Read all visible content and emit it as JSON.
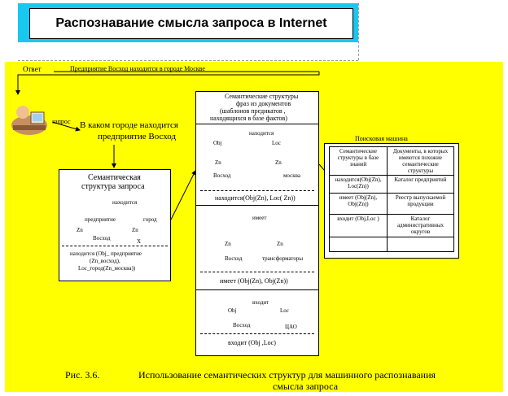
{
  "title": "Распознавание смысла запроса в Internet",
  "answer": {
    "label": "Ответ",
    "text": "Предприятие Восход находится в городе Москве"
  },
  "query": {
    "label": "запрос",
    "text_line1": "В каком городе находится",
    "text_line2": "предприятие Восход"
  },
  "query_structure": {
    "heading_line1": "Семантическая",
    "heading_line2": "структура запроса",
    "predicate": "находится",
    "left_node": "предприятие",
    "right_node": "город",
    "left_var": "Zn",
    "right_var": "Zn",
    "left_leaf": "Восход",
    "right_leaf": "X",
    "formula_line1": "находится (Obj_ предприятие",
    "formula_line2": "(Zn_восход),",
    "formula_line3": "Loc_город(Zn_москва))"
  },
  "doc_structures": {
    "heading_line1": "Семантические структуры",
    "heading_line2": "фраз из документов",
    "heading_line3": "(шаблонов предикатов ,",
    "heading_line4": "находящихся в базе фактов)",
    "frames": [
      {
        "predicate": "находится",
        "left_role": "Obj",
        "right_role": "Loc",
        "left_var": "Zn",
        "right_var": "Zn",
        "left_leaf": "Восход",
        "right_leaf": "москва",
        "formula": "находится(Obj(Zn), Loc( Zn))"
      },
      {
        "predicate": "имеет",
        "left_leaf": "Восход",
        "right_leaf": "трансформаторы",
        "left_var": "Zn",
        "right_var": "Zn",
        "formula": "имеет (Obj(Zn), Obj(Zn))"
      },
      {
        "predicate": "входит",
        "left_role": "Obj",
        "right_role": "Loc",
        "left_leaf": "Восход",
        "right_leaf": "ЦАО",
        "formula": "входит (Obj ,Loc)"
      }
    ]
  },
  "search_engine": {
    "heading": "Поисковая машина",
    "col1_header": "Семантические структуры в базе знаний",
    "col2_header": "Документы, в которых имеются похожие семантические структуры",
    "rows": [
      {
        "structure": "находится(Obj(Zn), Loc(Zn))",
        "documents": "Каталог предприятий"
      },
      {
        "structure": "имеет (Obj(Zn), Obj(Zn))",
        "documents": "Реестр выпускаемой продукции"
      },
      {
        "structure": "входит (Obj,Loc )",
        "documents": "Каталог административных округов"
      },
      {
        "structure": "",
        "documents": ""
      }
    ]
  },
  "caption": {
    "number": "Рис. 3.6.",
    "line1": "Использование семантических структур для машинного распознавания",
    "line2": "смысла запроса"
  },
  "colors": {
    "band": "#18c8f0",
    "background": "#ffff00",
    "box": "#ffffff"
  },
  "icons": [
    "person-at-computer-icon"
  ]
}
